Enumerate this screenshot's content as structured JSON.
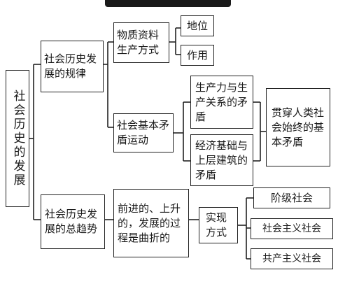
{
  "diagram": {
    "root": "社会历史的发展",
    "law": "社会历史发展的规律",
    "material": "物质资料生产方式",
    "status": "地位",
    "role": "作用",
    "basic": "社会基本矛盾运动",
    "prod": "生产力与生产关系的矛盾",
    "econ": "经济基础与上层建筑的矛盾",
    "through": "贯穿人类社会始终的基本矛盾",
    "trend": "社会历史发展的总趋势",
    "process": "前进的、上升的，发展的过程是曲折的",
    "means": "实现方式",
    "class": "阶级社会",
    "socialist": "社会主义社会",
    "communist": "共产主义社会"
  }
}
